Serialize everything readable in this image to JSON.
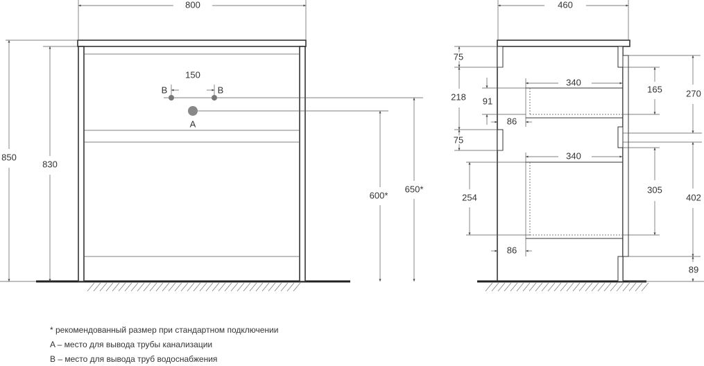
{
  "front_view": {
    "width": "800",
    "height_total": "850",
    "height_body": "830",
    "pipe_spacing": "150",
    "label_b_left": "B",
    "label_b_right": "B",
    "label_a": "A",
    "height_a": "600*",
    "height_b": "650*"
  },
  "side_view": {
    "depth": "460",
    "top_rail": "75",
    "upper_gap": "218",
    "mid_rail": "75",
    "drawer1_depth": "340",
    "drawer1_height": "91",
    "drawer1_offset": "86",
    "drawer2_depth": "340",
    "drawer2_height": "254",
    "drawer2_offset": "86",
    "right_165": "165",
    "right_270": "270",
    "right_305": "305",
    "right_402": "402",
    "right_89": "89"
  },
  "notes": [
    "* рекомендованный размер при стандартном подключении",
    "A – место для вывода трубы канализации",
    "B – место для вывода труб водоснабжения"
  ]
}
